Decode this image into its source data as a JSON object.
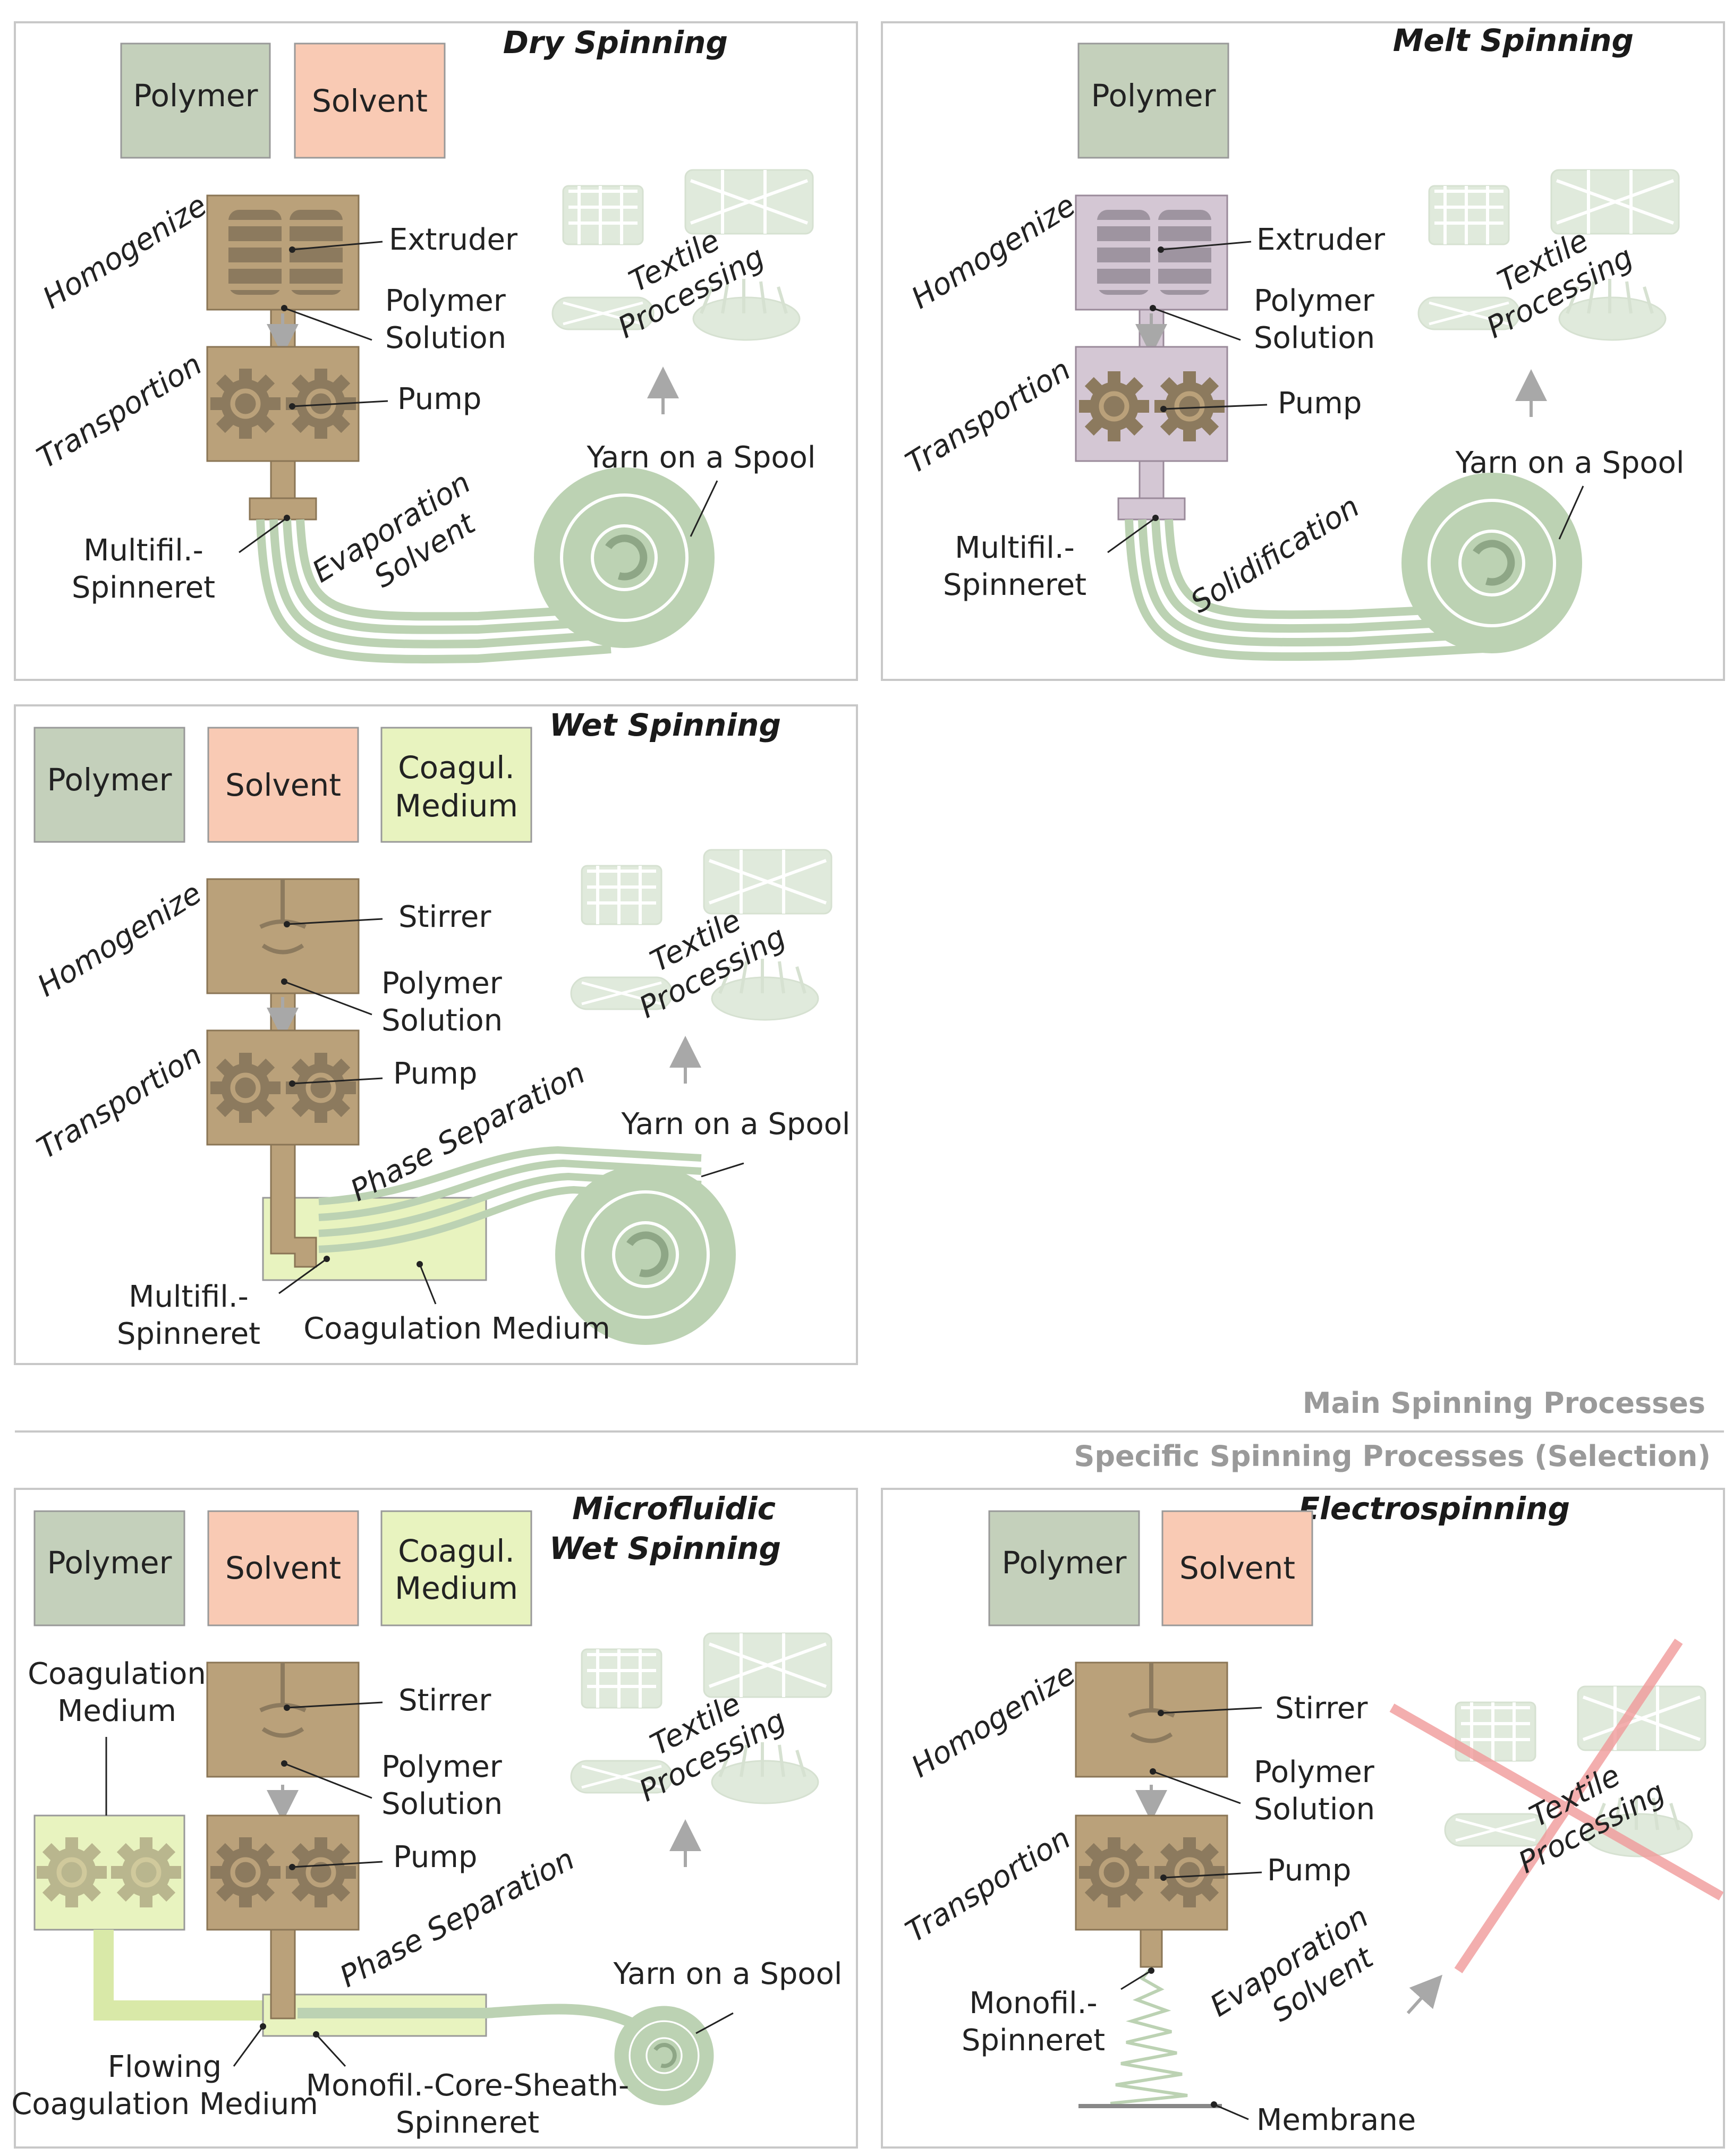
{
  "colors": {
    "polymer": "#c4d0bb",
    "solvent": "#f9cab4",
    "coagul": "#e8f3bf",
    "machine": "#baa17a",
    "machine_melt": "#d4c7d4",
    "fiber": "#bcd2b3",
    "panel_border": "#c8c8c8",
    "cross": "#f19a9a"
  },
  "sections": {
    "main": "Main Spinning Processes",
    "specific": "Specific Spinning Processes (Selection)"
  },
  "panels": {
    "dry": {
      "title": "Dry Spinning",
      "boxes": [
        "Polymer",
        "Solvent"
      ],
      "stage_homogenize": "Homogenize",
      "stage_transport": "Transportion",
      "extruder": "Extruder",
      "solution": [
        "Polymer",
        "Solution"
      ],
      "pump": "Pump",
      "spinneret": [
        "Multifil.-",
        "Spinneret"
      ],
      "process": [
        "Evaporation",
        "Solvent"
      ],
      "yarn": "Yarn on a Spool",
      "textile": [
        "Textile",
        "Processing"
      ]
    },
    "melt": {
      "title": "Melt Spinning",
      "boxes": [
        "Polymer"
      ],
      "stage_homogenize": "Homogenize",
      "stage_transport": "Transportion",
      "extruder": "Extruder",
      "solution": [
        "Polymer",
        "Solution"
      ],
      "pump": "Pump",
      "spinneret": [
        "Multifil.-",
        "Spinneret"
      ],
      "process": "Solidification",
      "yarn": "Yarn on a Spool",
      "textile": [
        "Textile",
        "Processing"
      ]
    },
    "wet": {
      "title": "Wet Spinning",
      "boxes": [
        "Polymer",
        "Solvent",
        "Coagul.",
        "Medium"
      ],
      "stage_homogenize": "Homogenize",
      "stage_transport": "Transportion",
      "stirrer": "Stirrer",
      "solution": [
        "Polymer",
        "Solution"
      ],
      "pump": "Pump",
      "spinneret": [
        "Multifil.-",
        "Spinneret"
      ],
      "process": "Phase Separation",
      "bath": "Coagulation Medium",
      "yarn": "Yarn on a Spool",
      "textile": [
        "Textile",
        "Processing"
      ]
    },
    "micro": {
      "title": [
        "Microfluidic",
        "Wet Spinning"
      ],
      "boxes": [
        "Polymer",
        "Solvent",
        "Coagul.",
        "Medium"
      ],
      "coag_label": [
        "Coagulation",
        "Medium"
      ],
      "stirrer": "Stirrer",
      "solution": [
        "Polymer",
        "Solution"
      ],
      "pump": "Pump",
      "process": "Phase Separation",
      "flowing": [
        "Flowing",
        "Coagulation Medium"
      ],
      "spinneret": [
        "Monofil.-Core-Sheath-",
        "Spinneret"
      ],
      "yarn": "Yarn on a Spool",
      "textile": [
        "Textile",
        "Processing"
      ]
    },
    "electro": {
      "title": "Electrospinning",
      "boxes": [
        "Polymer",
        "Solvent"
      ],
      "stage_homogenize": "Homogenize",
      "stage_transport": "Transportion",
      "stirrer": "Stirrer",
      "solution": [
        "Polymer",
        "Solution"
      ],
      "pump": "Pump",
      "spinneret": [
        "Monofil.-",
        "Spinneret"
      ],
      "process": [
        "Evaporation",
        "Solvent"
      ],
      "membrane": "Membrane",
      "textile": [
        "Textile",
        "Processing"
      ]
    }
  }
}
